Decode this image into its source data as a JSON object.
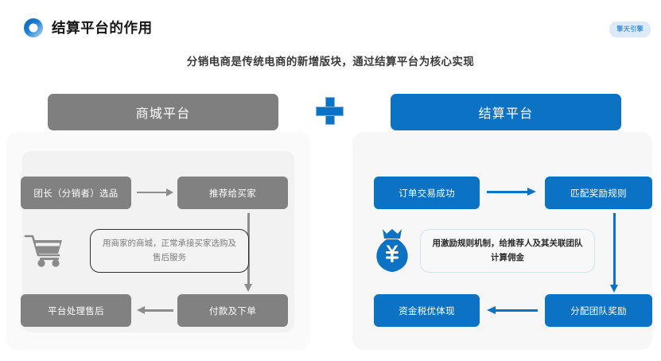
{
  "header": {
    "title": "结算平台的作用",
    "brand_badge": "擎天引擎",
    "subtitle": "分销电商是传统电商的新增版块，通过结算平台为核心实现"
  },
  "colors": {
    "blue": "#0b72c4",
    "gray": "#818181",
    "header_gray": "#7f7f7f",
    "panel_bg": "#fafafa",
    "panel_inner_bg": "#f2f2f2"
  },
  "columns": [
    {
      "id": "mall-platform",
      "header": "商城平台",
      "accent": "gray",
      "boxes": [
        {
          "id": "leader-select",
          "label": "团长（分销者）选品"
        },
        {
          "id": "recommend-buyer",
          "label": "推荐给买家"
        },
        {
          "id": "after-sales",
          "label": "平台处理售后"
        },
        {
          "id": "pay-order",
          "label": "付款及下单"
        }
      ],
      "note": "用商家的商城，正常承接买家选购及售后服务",
      "icon": "shopping-cart-icon"
    },
    {
      "id": "settlement-platform",
      "header": "结算平台",
      "accent": "blue",
      "boxes": [
        {
          "id": "order-success",
          "label": "订单交易成功"
        },
        {
          "id": "match-reward-rule",
          "label": "匹配奖励规则"
        },
        {
          "id": "tax-optimized-funds",
          "label": "资金税优体现"
        },
        {
          "id": "distribute-team-reward",
          "label": "分配团队奖励"
        }
      ],
      "note": "用激励规则机制，给推荐人及其关联团队计算佣金",
      "icon": "money-bag-yuan-icon"
    }
  ],
  "connector": {
    "plus": "+"
  }
}
